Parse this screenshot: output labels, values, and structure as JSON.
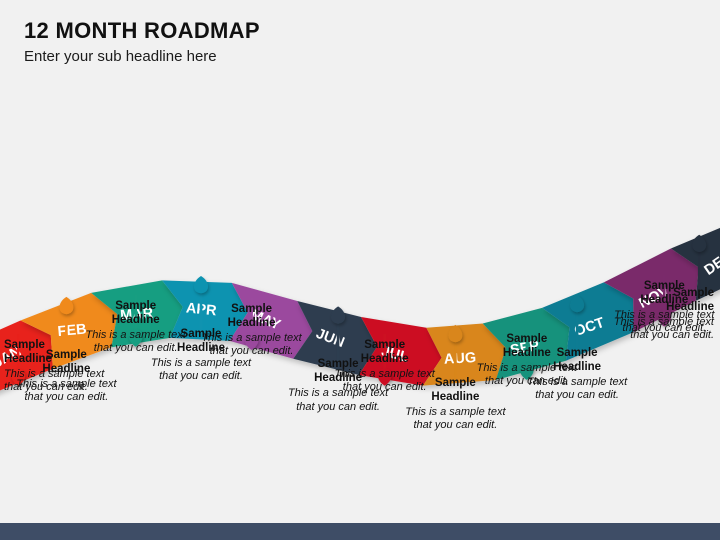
{
  "header": {
    "title": "12 MONTH ROADMAP",
    "subtitle": "Enter your sub headline here"
  },
  "labels": {
    "headline": "Sample\nHeadline",
    "headline_line1": "Sample",
    "headline_line2": "Headline",
    "body": "This is a sample text that you can edit."
  },
  "chart_data": {
    "type": "timeline",
    "title": "12 MONTH ROADMAP",
    "subtitle": "Enter your sub headline here",
    "orientation": "horizontal-wave",
    "milestone_count": 12,
    "milestones": [
      {
        "month": "JAN",
        "color": "#e8201a",
        "position": "below",
        "align": "left",
        "headline": "Sample Headline",
        "body": "This is a sample text that you can edit."
      },
      {
        "month": "FEB",
        "color": "#f08a1c",
        "position": "above",
        "align": "center",
        "headline": "Sample Headline",
        "body": "This is a sample text that you can edit."
      },
      {
        "month": "MAR",
        "color": "#189e81",
        "position": "below",
        "align": "center",
        "headline": "Sample Headline",
        "body": "This is a sample text that you can edit."
      },
      {
        "month": "APR",
        "color": "#1093b0",
        "position": "above",
        "align": "center",
        "headline": "Sample Headline",
        "body": "This is a sample text that you can edit."
      },
      {
        "month": "MAY",
        "color": "#9b4a9e",
        "position": "below",
        "align": "center",
        "headline": "Sample Headline",
        "body": "This is a sample text that you can edit."
      },
      {
        "month": "JUN",
        "color": "#2d3e50",
        "position": "above",
        "align": "center",
        "headline": "Sample Headline",
        "body": "This is a sample text that you can edit."
      },
      {
        "month": "JUL",
        "color": "#cc1122",
        "position": "below",
        "align": "center",
        "headline": "Sample Headline",
        "body": "This is a sample text that you can edit."
      },
      {
        "month": "AUG",
        "color": "#d9861a",
        "position": "above",
        "align": "center",
        "headline": "Sample Headline",
        "body": "This is a sample text that you can edit."
      },
      {
        "month": "SEP",
        "color": "#17927b",
        "position": "below",
        "align": "center",
        "headline": "Sample Headline",
        "body": "This is a sample text that you can edit."
      },
      {
        "month": "OCT",
        "color": "#0e7c93",
        "position": "above",
        "align": "center",
        "headline": "Sample Headline",
        "body": "This is a sample text that you can edit."
      },
      {
        "month": "NOV",
        "color": "#7a2a6b",
        "position": "below",
        "align": "center",
        "headline": "Sample Headline",
        "body": "This is a sample text that you can edit."
      },
      {
        "month": "DEC",
        "color": "#26303f",
        "position": "above",
        "align": "right",
        "headline": "Sample Headline",
        "body": "This is a sample text that you can edit."
      }
    ],
    "colors": {
      "background": "#f1f1f1",
      "footer_bar": "#3e4d66",
      "text": "#111111"
    }
  }
}
